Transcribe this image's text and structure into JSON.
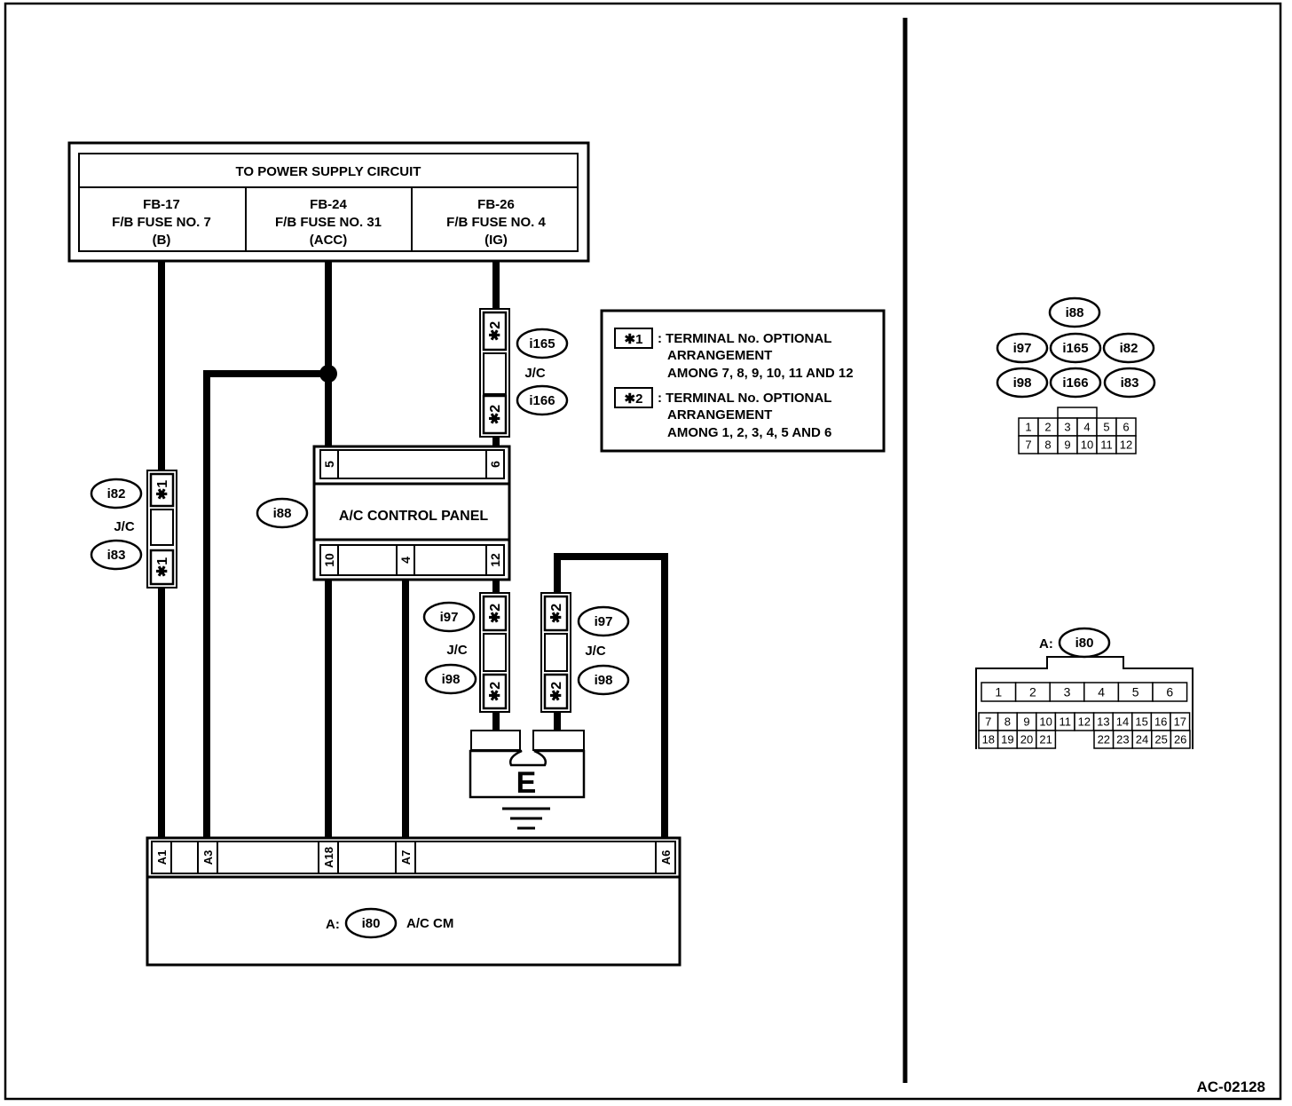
{
  "power_supply": {
    "title": "TO POWER SUPPLY CIRCUIT",
    "columns": [
      {
        "id": "FB-17",
        "fuse": "F/B FUSE NO. 7",
        "mode": "(B)"
      },
      {
        "id": "FB-24",
        "fuse": "F/B FUSE NO. 31",
        "mode": "(ACC)"
      },
      {
        "id": "FB-26",
        "fuse": "F/B FUSE NO. 4",
        "mode": "(IG)"
      }
    ]
  },
  "legend": {
    "items": [
      {
        "symbol": "✱1",
        "line1": ": TERMINAL No. OPTIONAL",
        "line2": "ARRANGEMENT",
        "line3": "AMONG 7, 8, 9, 10, 11 AND 12"
      },
      {
        "symbol": "✱2",
        "line1": ": TERMINAL No. OPTIONAL",
        "line2": "ARRANGEMENT",
        "line3": "AMONG 1, 2, 3, 4, 5 AND 6"
      }
    ]
  },
  "joint_connectors": {
    "jc_label": "J/C",
    "star1": "✱1",
    "star2": "✱2",
    "ids": {
      "i82": "i82",
      "i83": "i83",
      "i165": "i165",
      "i166": "i166",
      "i97": "i97",
      "i98": "i98"
    }
  },
  "control_panel": {
    "connector": "i88",
    "label": "A/C CONTROL PANEL",
    "top_pins": [
      "5",
      "6"
    ],
    "bottom_pins": [
      "10",
      "4",
      "12"
    ]
  },
  "ground": {
    "label": "E"
  },
  "module": {
    "prefix": "A:",
    "connector": "i80",
    "label": "A/C CM",
    "pins": [
      "A1",
      "A3",
      "A18",
      "A7",
      "A6"
    ]
  },
  "connector_views": {
    "jc_group": {
      "ids": [
        "i88",
        "i97",
        "i165",
        "i82",
        "i98",
        "i166",
        "i83"
      ],
      "row1": [
        "1",
        "2",
        "3",
        "4",
        "5",
        "6"
      ],
      "row2": [
        "7",
        "8",
        "9",
        "10",
        "11",
        "12"
      ]
    },
    "i80_view": {
      "prefix": "A:",
      "id": "i80",
      "row1": [
        "1",
        "2",
        "3",
        "4",
        "5",
        "6"
      ],
      "row2": [
        "7",
        "8",
        "9",
        "10",
        "11",
        "12",
        "13",
        "14",
        "15",
        "16",
        "17"
      ],
      "row3_left": [
        "18",
        "19",
        "20",
        "21"
      ],
      "row3_right": [
        "22",
        "23",
        "24",
        "25",
        "26"
      ]
    }
  },
  "diagram_code": "AC-02128"
}
